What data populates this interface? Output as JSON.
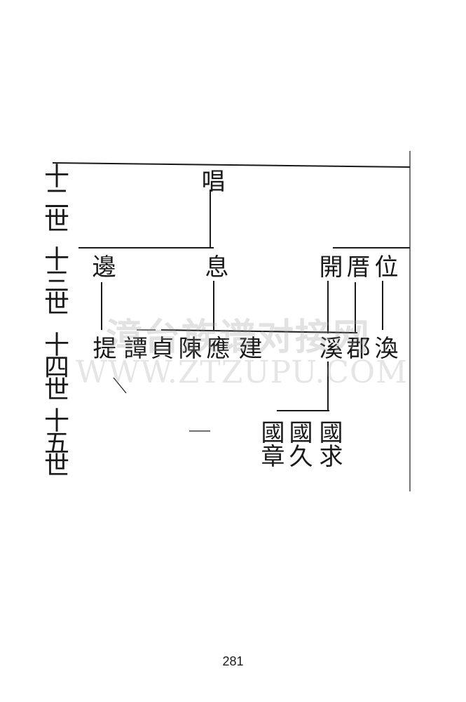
{
  "generations": [
    "十二世",
    "十三世",
    "十四世",
    "十五世"
  ],
  "persons": {
    "chang": "唱",
    "bian": "邊",
    "xi": "息",
    "kai": "開",
    "ge": "厝",
    "wei": "位",
    "ti": "提",
    "tan": "譚",
    "zhen": "貞",
    "chen": "陳",
    "ying": "應",
    "jian": "建",
    "xi2": "溪",
    "jun": "郡",
    "huan": "渙",
    "guozhang": "國章",
    "guojiu": "國久",
    "guoqiu": "國求"
  },
  "watermark": {
    "cn": "漳台族谱对接网",
    "en": "WWW.ZTZUPU.COM"
  },
  "page_number": "281"
}
